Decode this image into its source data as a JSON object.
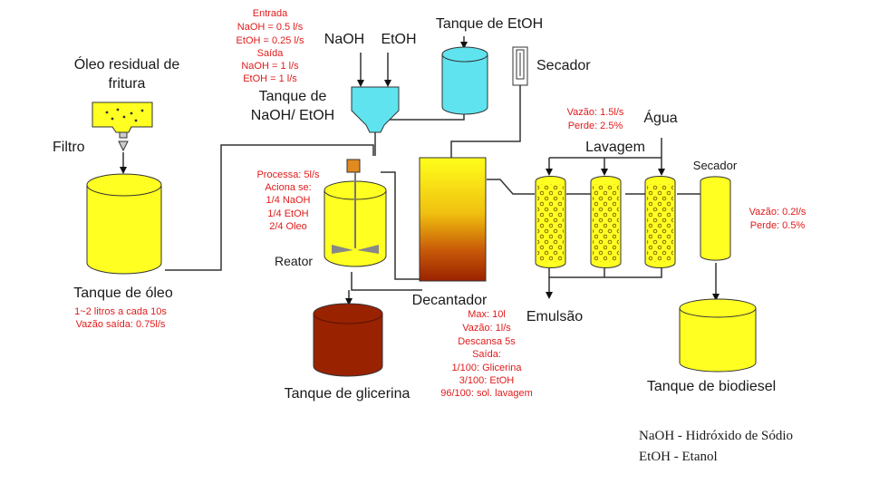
{
  "labels": {
    "oleo_residual_1": "Óleo residual de",
    "oleo_residual_2": "fritura",
    "filtro": "Filtro",
    "tanque_oleo": "Tanque de óleo",
    "naoh": "NaOH",
    "etoh": "EtOH",
    "tanque_naoh_etoh_1": "Tanque de",
    "tanque_naoh_etoh_2": "NaOH/ EtOH",
    "tanque_etoh": "Tanque de EtOH",
    "secador_top": "Secador",
    "reator": "Reator",
    "decantador": "Decantador",
    "tanque_glicerina": "Tanque de glicerina",
    "agua": "Água",
    "lavagem": "Lavagem",
    "emulsao": "Emulsão",
    "secador_right": "Secador",
    "tanque_biodiesel": "Tanque de biodiesel"
  },
  "annotations": {
    "oleo_tank": [
      "1~2 litros a cada 10s",
      "Vazão saída: 0.75l/s"
    ],
    "naoh_tank": [
      "Entrada",
      "NaOH = 0.5 l/s",
      "EtOH = 0.25 l/s",
      "Saída",
      "NaOH = 1 l/s",
      "EtOH = 1 l/s"
    ],
    "reator": [
      "Processa: 5l/s",
      "Aciona se:",
      "1/4 NaOH",
      "1/4 EtOH",
      "2/4 Oleo"
    ],
    "decantador": [
      "Max: 10l",
      "Vazão: 1l/s",
      "Descansa 5s",
      "Saída:",
      "1/100: Glicerina",
      "3/100: EtOH",
      "96/100: sol. lavagem"
    ],
    "lavagem": [
      "Vazão: 1.5l/s",
      "Perde: 2.5%"
    ],
    "secador": [
      "Vazão: 0.2l/s",
      "Perde: 0.5%"
    ]
  },
  "legend": {
    "line1": "NaOH - Hidróxido de Sódio",
    "line2": "EtOH - Etanol"
  },
  "colors": {
    "yellow": "#ffff22",
    "cyan": "#5fe3ee",
    "glicerina": "#992200",
    "annotation": "#e01b1b"
  }
}
